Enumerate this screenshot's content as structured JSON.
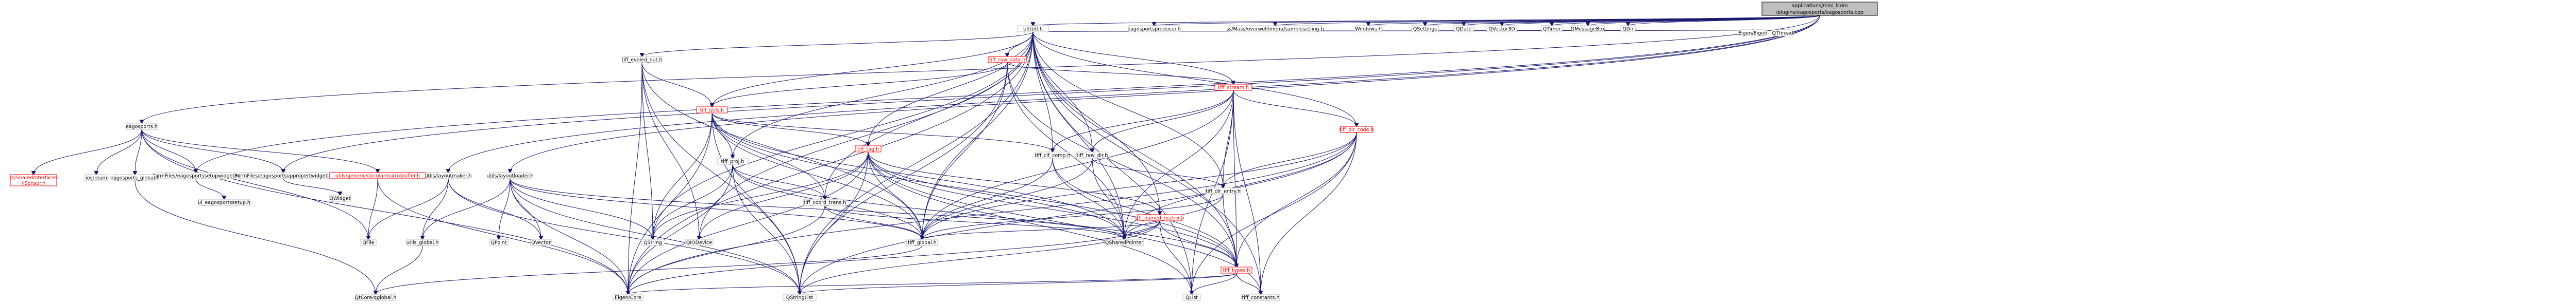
{
  "graph": {
    "nodes": [
      {
        "id": "root",
        "lines": [
          "applications/mini_lcdm",
          "/plugins/eagosports/eagosports.cpp"
        ],
        "style": "root"
      },
      {
        "id": "tifff",
        "lines": [
          "tiff/tiff.h"
        ]
      },
      {
        "id": "eprod",
        "lines": [
          "eagosportsproducer.h"
        ]
      },
      {
        "id": "ssa",
        "lines": [
          "ss/Mass/overwell/menu/samplesetiing.h"
        ]
      },
      {
        "id": "win",
        "lines": [
          "Windows.h"
        ]
      },
      {
        "id": "qset",
        "lines": [
          "QSettings"
        ]
      },
      {
        "id": "qdate",
        "lines": [
          "QDate"
        ]
      },
      {
        "id": "qv3",
        "lines": [
          "QVector3D"
        ]
      },
      {
        "id": "qtimer",
        "lines": [
          "QTimer"
        ]
      },
      {
        "id": "qmsg",
        "lines": [
          "QMessageBox"
        ]
      },
      {
        "id": "qdir",
        "lines": [
          "QDir"
        ]
      },
      {
        "id": "eaglesports",
        "lines": [
          "eagosports.h"
        ]
      },
      {
        "id": "ffsw",
        "lines": [
          "FormFiles/eagosportssetupwidget.h"
        ]
      },
      {
        "id": "ffpw",
        "lines": [
          "FormFiles/eagosportsuppropertwidget.h"
        ]
      },
      {
        "id": "ulm",
        "lines": [
          "utils/layoutmaker.h"
        ]
      },
      {
        "id": "ulo",
        "lines": [
          "utils/layoutloader.h"
        ]
      },
      {
        "id": "eigen_eigen",
        "lines": [
          "Eigen/Eigen"
        ]
      },
      {
        "id": "qthread",
        "lines": [
          "QThread"
        ]
      },
      {
        "id": "tiff_rawdata",
        "lines": [
          "tiff_raw_data.h"
        ],
        "style": "red"
      },
      {
        "id": "tiff_evoled",
        "lines": [
          "tiff_evoled_out.h"
        ]
      },
      {
        "id": "tiff_stream",
        "lines": [
          "tiff_stream.h"
        ],
        "style": "red"
      },
      {
        "id": "tiff_utils",
        "lines": [
          "tiff_utils.h"
        ],
        "style": "red"
      },
      {
        "id": "tiff_dircode",
        "lines": [
          "tiff_dir_code.h"
        ],
        "style": "red"
      },
      {
        "id": "tiff_proj",
        "lines": [
          "tiff_proj.h"
        ]
      },
      {
        "id": "tiff_tag",
        "lines": [
          "tiff_tag.h"
        ],
        "style": "red"
      },
      {
        "id": "tiff_cifcomp",
        "lines": [
          "tiff_cif_comp.h"
        ]
      },
      {
        "id": "tiff_rawdir",
        "lines": [
          "tiff_raw_dir.h"
        ]
      },
      {
        "id": "tiff_direntry",
        "lines": [
          "tiff_dir_entry.h"
        ]
      },
      {
        "id": "tiff_coord",
        "lines": [
          "tiff_coord_trans.h"
        ]
      },
      {
        "id": "tiff_named",
        "lines": [
          "tiff_named_matrix.h"
        ],
        "style": "red"
      },
      {
        "id": "tiff_global",
        "lines": [
          "tiff_global.h"
        ]
      },
      {
        "id": "tiff_types",
        "lines": [
          "tiff_types.h"
        ],
        "style": "red"
      },
      {
        "id": "tiff_const",
        "lines": [
          "tiff_constants.h"
        ]
      },
      {
        "id": "qshared",
        "lines": [
          "QSharedPointer"
        ]
      },
      {
        "id": "qstring",
        "lines": [
          "QString"
        ]
      },
      {
        "id": "qiodevice",
        "lines": [
          "QIODevice"
        ]
      },
      {
        "id": "qstrlist",
        "lines": [
          "QStringList"
        ]
      },
      {
        "id": "qlist",
        "lines": [
          "QList"
        ]
      },
      {
        "id": "eigencore",
        "lines": [
          "Eigen/Core"
        ]
      },
      {
        "id": "qvector",
        "lines": [
          "QVector"
        ]
      },
      {
        "id": "qpoint",
        "lines": [
          "QPoint"
        ]
      },
      {
        "id": "qfile",
        "lines": [
          "QFile"
        ]
      },
      {
        "id": "qwidget",
        "lines": [
          "QWidget"
        ]
      },
      {
        "id": "utils_global",
        "lines": [
          "utils_global.h"
        ]
      },
      {
        "id": "qtcore_global",
        "lines": [
          "QtCore/qglobal.h"
        ]
      },
      {
        "id": "ui_setup",
        "lines": [
          "ui_eagosportssetup.h"
        ]
      },
      {
        "id": "sfinterface",
        "lines": [
          "ss/SharedInterfaces",
          "/ISensor.h"
        ],
        "style": "red"
      },
      {
        "id": "iostream",
        "lines": [
          "iostream"
        ]
      },
      {
        "id": "eg_global",
        "lines": [
          "eagosports_global.h"
        ]
      },
      {
        "id": "circmat",
        "lines": [
          "utils/generic/circularmatrixbuffer.h"
        ],
        "style": "red"
      }
    ]
  }
}
